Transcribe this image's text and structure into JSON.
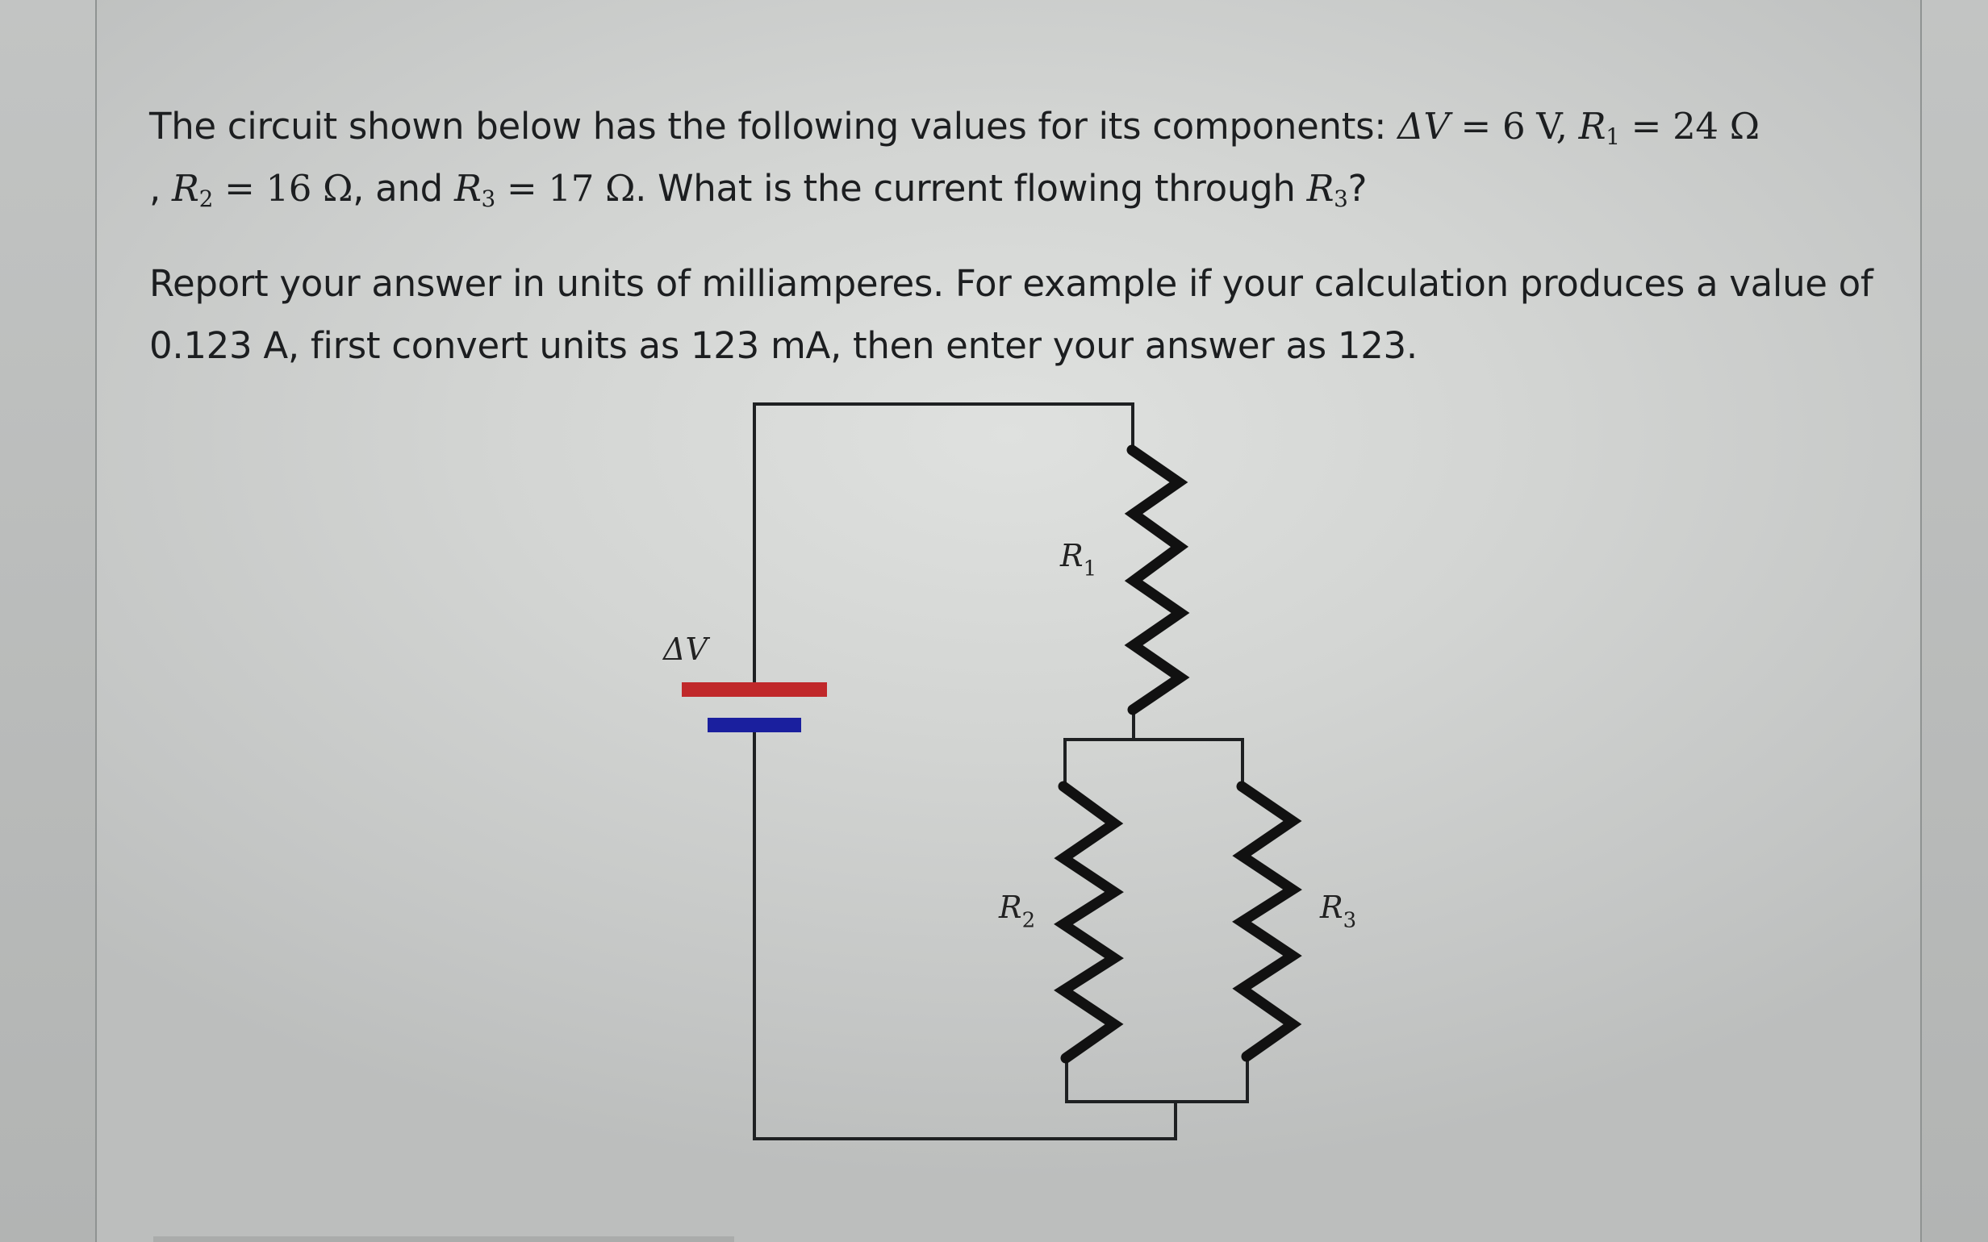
{
  "question": {
    "paragraph1": {
      "intro": "The circuit shown below has the following values for its components: ",
      "dv_symbol": "ΔV",
      "dv_eq": " = 6 V, ",
      "r1_symbol": "R",
      "r1_sub": "1",
      "r1_eq": " = 24 Ω",
      "sep1": ", ",
      "r2_symbol": "R",
      "r2_sub": "2",
      "r2_eq": " = 16 Ω",
      "and": ", and ",
      "r3_symbol": "R",
      "r3_sub": "3",
      "r3_eq": " = 17 Ω",
      "question_text": ". What is the current flowing through ",
      "target_symbol": "R",
      "target_sub": "3",
      "question_mark": "?"
    },
    "paragraph2": "Report your answer in units of milliamperes.  For example if your calculation produces a value of 0.123 A, first convert units as 123 mA, then enter your answer as 123."
  },
  "components": {
    "voltage": {
      "symbol": "ΔV",
      "value": 6,
      "unit": "V"
    },
    "R1": {
      "value": 24,
      "unit": "Ω"
    },
    "R2": {
      "value": 16,
      "unit": "Ω"
    },
    "R3": {
      "value": 17,
      "unit": "Ω"
    }
  },
  "circuit": {
    "labels": {
      "battery": "ΔV",
      "r1": "R",
      "r1_sub": "1",
      "r2": "R",
      "r2_sub": "2",
      "r3": "R",
      "r3_sub": "3"
    },
    "colors": {
      "wire": "#1e2022",
      "battery_positive": "#c0282a",
      "battery_negative": "#1a1f9e"
    }
  }
}
